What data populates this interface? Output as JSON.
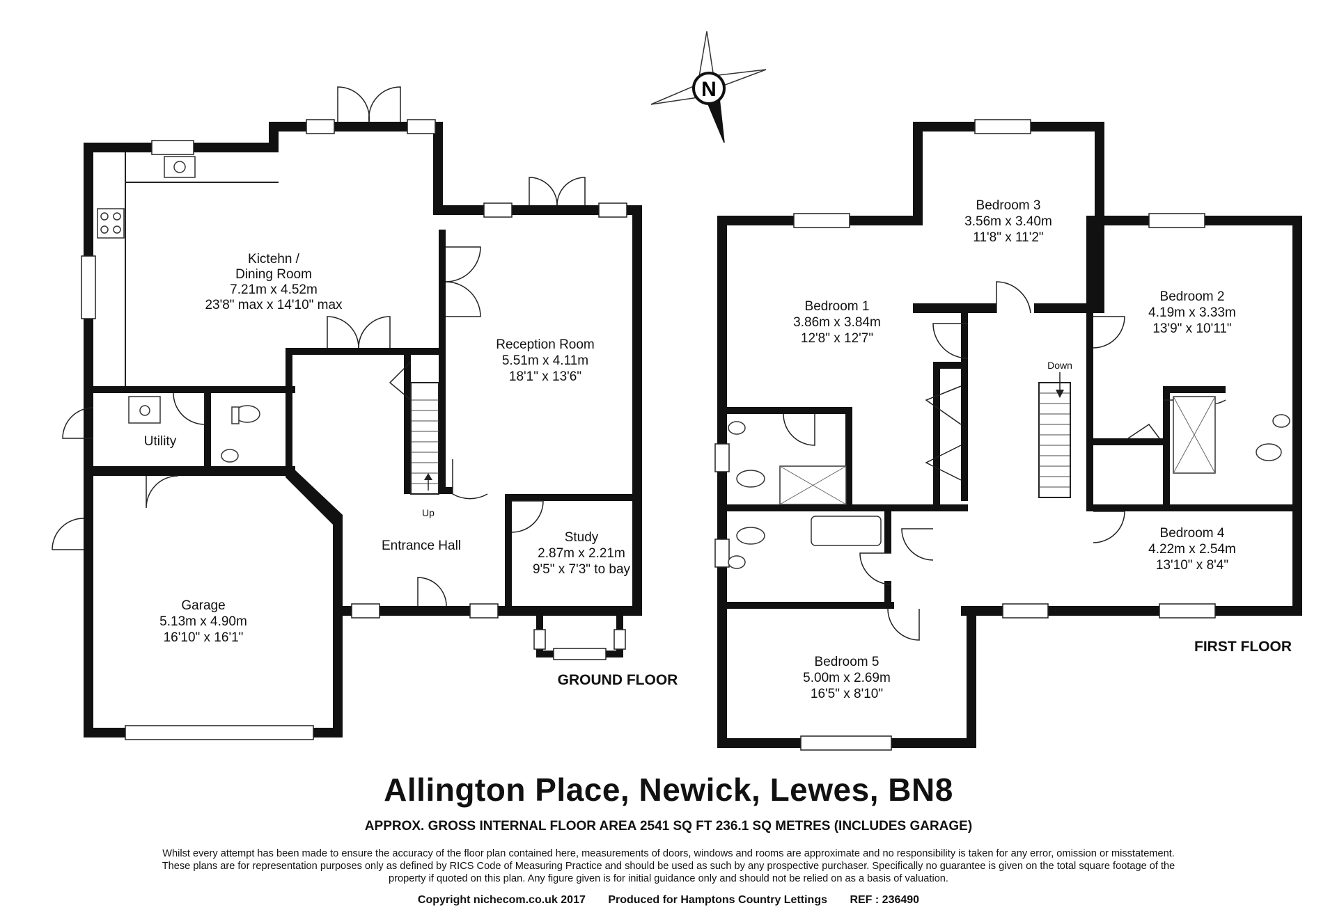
{
  "rooms": {
    "kitchen": {
      "name": "Kictehn /",
      "name2": "Dining Room",
      "metric": "7.21m x 4.52m",
      "imperial": "23'8\" max x 14'10\" max"
    },
    "utility": {
      "name": "Utility"
    },
    "reception": {
      "name": "Reception Room",
      "metric": "5.51m x 4.11m",
      "imperial": "18'1\" x 13'6\""
    },
    "hall": {
      "name": "Entrance Hall"
    },
    "study": {
      "name": "Study",
      "metric": "2.87m x 2.21m",
      "imperial": "9'5\" x 7'3\" to bay"
    },
    "garage": {
      "name": "Garage",
      "metric": "5.13m x 4.90m",
      "imperial": "16'10\" x 16'1\""
    },
    "bedroom1": {
      "name": "Bedroom 1",
      "metric": "3.86m x 3.84m",
      "imperial": "12'8\" x 12'7\""
    },
    "bedroom2": {
      "name": "Bedroom 2",
      "metric": "4.19m x 3.33m",
      "imperial": "13'9\" x 10'11\""
    },
    "bedroom3": {
      "name": "Bedroom 3",
      "metric": "3.56m x 3.40m",
      "imperial": "11'8\" x 11'2\""
    },
    "bedroom4": {
      "name": "Bedroom 4",
      "metric": "4.22m x 2.54m",
      "imperial": "13'10\" x 8'4\""
    },
    "bedroom5": {
      "name": "Bedroom 5",
      "metric": "5.00m x 2.69m",
      "imperial": "16'5\" x 8'10\""
    }
  },
  "stairs": {
    "up": "Up",
    "down": "Down"
  },
  "floors": {
    "ground": "GROUND FLOOR",
    "first": "FIRST FLOOR"
  },
  "compass": {
    "letter": "N"
  },
  "footer": {
    "title": "Allington Place, Newick, Lewes, BN8",
    "area": "APPROX. GROSS INTERNAL FLOOR AREA 2541 SQ FT 236.1 SQ METRES (INCLUDES GARAGE)",
    "disclaimer": "Whilst every attempt has been made to ensure the accuracy of the floor plan contained here, measurements of doors, windows and rooms are approximate and no responsibility is taken for any error, omission or misstatement. These plans are for representation purposes only as defined by RICS Code of Measuring Practice and should be used as such by any prospective purchaser. Specifically no guarantee is given on the total square footage of the property if quoted on this plan. Any figure given is for initial guidance only and should not be relied on as a basis of valuation.",
    "copyright": "Copyright nichecom.co.uk 2017",
    "produced": "Produced for Hamptons Country Lettings",
    "ref": "REF : 236490"
  },
  "colors": {
    "wall": "#111111",
    "background": "#ffffff"
  }
}
